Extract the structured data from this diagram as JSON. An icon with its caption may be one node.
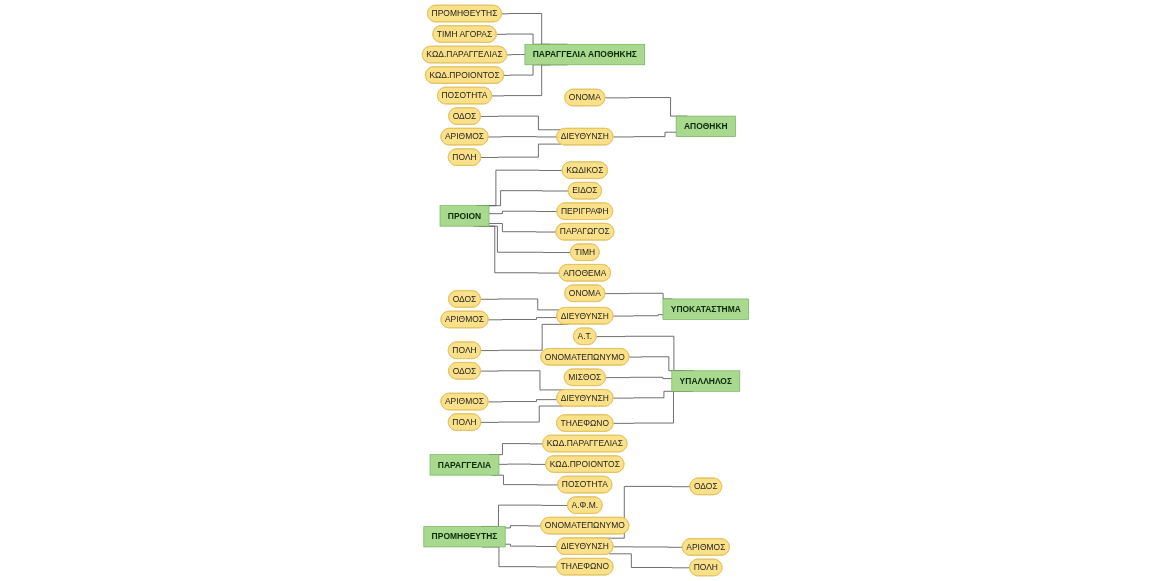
{
  "diagram": {
    "nodes": [
      {
        "text": [
          "ΠΡΟΜΗΘΕΥΤΗΣ"
        ]
      },
      {
        "text": [
          "ΤΙΜΗ ΑΓΟΡΑΣ"
        ]
      },
      {
        "text": [
          "ΚΩΔ.ΠΑΡΑΓΓΕΛΙΑΣ"
        ]
      },
      {
        "text": [
          "ΚΩΔ.ΠΡΟΙΟΝΤΟΣ"
        ]
      },
      {
        "text": [
          "ΠΟΣΟΤΗΤΑ"
        ]
      },
      {
        "text": [
          "ΠΑΡΑΓΓΕΛΙΑ ΑΠΟΘΗΚΗΣ"
        ]
      },
      {
        "text": [
          "ΟΔΟΣ"
        ]
      },
      {
        "text": [
          "ΑΡΙΘΜΟΣ"
        ]
      },
      {
        "text": [
          "ΠΟΛΗ"
        ]
      },
      {
        "text": [
          "ΟΝΟΜΑ"
        ]
      },
      {
        "text": [
          "ΔΙΕΥΘΥΝΣΗ"
        ]
      },
      {
        "text": [
          "ΑΠΟΘΗΚΗ"
        ]
      },
      {
        "text": [
          "ΠΡΟΙΟΝ"
        ]
      },
      {
        "text": [
          "ΚΩΔΙΚΟΣ"
        ]
      },
      {
        "text": [
          "ΕΙΔΟΣ"
        ]
      },
      {
        "text": [
          "ΠΕΡΙΓΡΑΦΗ"
        ]
      },
      {
        "text": [
          "ΠΑΡΑΓΩΓΟΣ"
        ]
      },
      {
        "text": [
          "ΤΙΜΗ"
        ]
      },
      {
        "text": [
          "ΑΠΟΘΕΜΑ"
        ]
      },
      {
        "text": [
          "ΟΔΟΣ"
        ]
      },
      {
        "text": [
          "ΑΡΙΘΜΟΣ"
        ]
      },
      {
        "text": [
          "ΠΟΛΗ"
        ]
      },
      {
        "text": [
          "ΟΝΟΜΑ"
        ]
      },
      {
        "text": [
          "ΔΙΕΥΘΥΝΣΗ"
        ]
      },
      {
        "text": [
          "ΥΠΟΚΑΤΑΣΤΗΜΑ"
        ]
      },
      {
        "text": [
          "Α.Τ."
        ]
      },
      {
        "text": [
          "ΟΝΟΜΑΤΕΠΩΝΥΜΟ"
        ]
      },
      {
        "text": [
          "ΥΠΑΛΛΗΛΟΣ"
        ]
      },
      {
        "text": [
          "ΜΙΣΘΟΣ"
        ]
      },
      {
        "text": [
          "ΟΔΟΣ"
        ]
      },
      {
        "text": [
          "ΑΡΙΘΜΟΣ"
        ]
      },
      {
        "text": [
          "ΠΟΛΗ"
        ]
      },
      {
        "text": [
          "ΔΙΕΥΘΥΝΣΗ"
        ]
      },
      {
        "text": [
          "ΤΗΛΕΦΩΝΟ"
        ]
      },
      {
        "text": [
          "ΠΑΡΑΓΓΕΛΙΑ"
        ]
      },
      {
        "text": [
          "ΚΩΔ.ΠΑΡΑΓΓΕΛΙΑΣ"
        ]
      },
      {
        "text": [
          "ΚΩΔ.ΠΡΟΙΟΝΤΟΣ"
        ]
      },
      {
        "text": [
          "ΠΟΣΟΤΗΤΑ"
        ]
      },
      {
        "text": [
          "Α.Φ.Μ."
        ]
      },
      {
        "text": [
          "ΠΡΟΜΗΘΕΥΤΗΣ"
        ]
      },
      {
        "text": [
          "ΟΝΟΜΑΤΕΠΩΝΥΜΟ"
        ]
      },
      {
        "text": [
          "ΔΙΕΥΘΥΝΣΗ"
        ]
      },
      {
        "text": [
          "ΟΔΟΣ"
        ]
      },
      {
        "text": [
          "ΑΡΙΘΜΟΣ"
        ]
      },
      {
        "text": [
          "ΠΟΛΗ"
        ]
      },
      {
        "text": [
          "ΤΗΛΕΦΩΝΟ"
        ]
      }
    ],
    "edges": [
      {
        "from": 0,
        "to": 5,
        "arrow": "none"
      },
      {
        "from": 1,
        "to": 5,
        "arrow": "none"
      },
      {
        "from": 2,
        "to": 5,
        "arrow": "none"
      },
      {
        "from": 3,
        "to": 5,
        "arrow": "none"
      },
      {
        "from": 4,
        "to": 5,
        "arrow": "none"
      },
      {
        "from": 6,
        "to": 10,
        "arrow": "none"
      },
      {
        "from": 7,
        "to": 10,
        "arrow": "none"
      },
      {
        "from": 8,
        "to": 10,
        "arrow": "none"
      },
      {
        "from": 9,
        "to": 11,
        "arrow": "none"
      },
      {
        "from": 10,
        "to": 11,
        "arrow": "none"
      },
      {
        "from": 12,
        "to": 13,
        "arrow": "none"
      },
      {
        "from": 12,
        "to": 14,
        "arrow": "none"
      },
      {
        "from": 12,
        "to": 15,
        "arrow": "none"
      },
      {
        "from": 12,
        "to": 16,
        "arrow": "none"
      },
      {
        "from": 12,
        "to": 17,
        "arrow": "none"
      },
      {
        "from": 12,
        "to": 18,
        "arrow": "none"
      },
      {
        "from": 19,
        "to": 23,
        "arrow": "none"
      },
      {
        "from": 20,
        "to": 23,
        "arrow": "none"
      },
      {
        "from": 21,
        "to": 23,
        "arrow": "none"
      },
      {
        "from": 22,
        "to": 24,
        "arrow": "none"
      },
      {
        "from": 23,
        "to": 24,
        "arrow": "none"
      },
      {
        "from": 25,
        "to": 27,
        "arrow": "none"
      },
      {
        "from": 26,
        "to": 27,
        "arrow": "none"
      },
      {
        "from": 28,
        "to": 27,
        "arrow": "none"
      },
      {
        "from": 29,
        "to": 32,
        "arrow": "none"
      },
      {
        "from": 30,
        "to": 32,
        "arrow": "none"
      },
      {
        "from": 31,
        "to": 32,
        "arrow": "none"
      },
      {
        "from": 32,
        "to": 27,
        "arrow": "none"
      },
      {
        "from": 33,
        "to": 27,
        "arrow": "none"
      },
      {
        "from": 34,
        "to": 35,
        "arrow": "none"
      },
      {
        "from": 34,
        "to": 36,
        "arrow": "none"
      },
      {
        "from": 34,
        "to": 37,
        "arrow": "none"
      },
      {
        "from": 39,
        "to": 38,
        "arrow": "none"
      },
      {
        "from": 39,
        "to": 40,
        "arrow": "none"
      },
      {
        "from": 39,
        "to": 41,
        "arrow": "none"
      },
      {
        "from": 41,
        "to": 42,
        "arrow": "none"
      },
      {
        "from": 41,
        "to": 43,
        "arrow": "none"
      },
      {
        "from": 41,
        "to": 44,
        "arrow": "none"
      },
      {
        "from": 39,
        "to": 45,
        "arrow": "none"
      }
    ]
  }
}
